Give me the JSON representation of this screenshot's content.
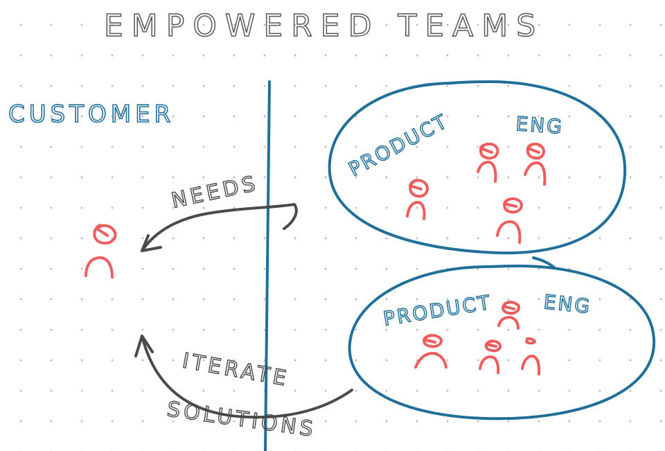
{
  "title": "EMPOWERED TEAMS",
  "customer_label": "CUSTOMER",
  "needs_label": "NEEDS",
  "iterate_label": "ITERATE",
  "solutions_label": "SOLUTIONS",
  "teams": [
    {
      "product_label": "PRODUCT",
      "eng_label": "ENG"
    },
    {
      "product_label": "PRODUCT",
      "eng_label": "ENG"
    }
  ],
  "colors": {
    "ink": "#4a4a4a",
    "blue": "#1f6f99",
    "red": "#ee5c5c",
    "dots": "#b9b9b9"
  }
}
